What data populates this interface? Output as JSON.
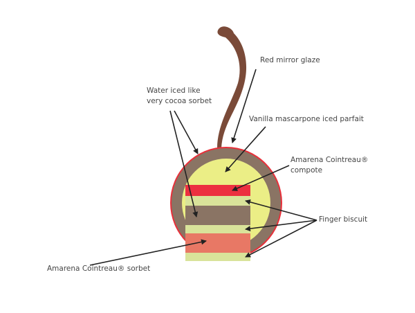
{
  "labels": {
    "red_mirror_glaze": "Red mirror glaze",
    "water_iced_line1": "Water iced like",
    "water_iced_line2": "very cocoa sorbet",
    "vanilla_parfait": "Vanilla mascarpone iced parfait",
    "compote_line1": "Amarena Cointreau®",
    "compote_line2": "compote",
    "finger_biscuit": "Finger biscuit",
    "sorbet": "Amarena Cointreau® sorbet"
  },
  "colors": {
    "glaze": "#e8303a",
    "cocoa": "#8a7464",
    "parfait": "#ebee86",
    "biscuit": "#d9e39a",
    "compote": "#ec3040",
    "sorbet": "#e87865",
    "stem": "#7a4a38",
    "arrow": "#222222"
  }
}
